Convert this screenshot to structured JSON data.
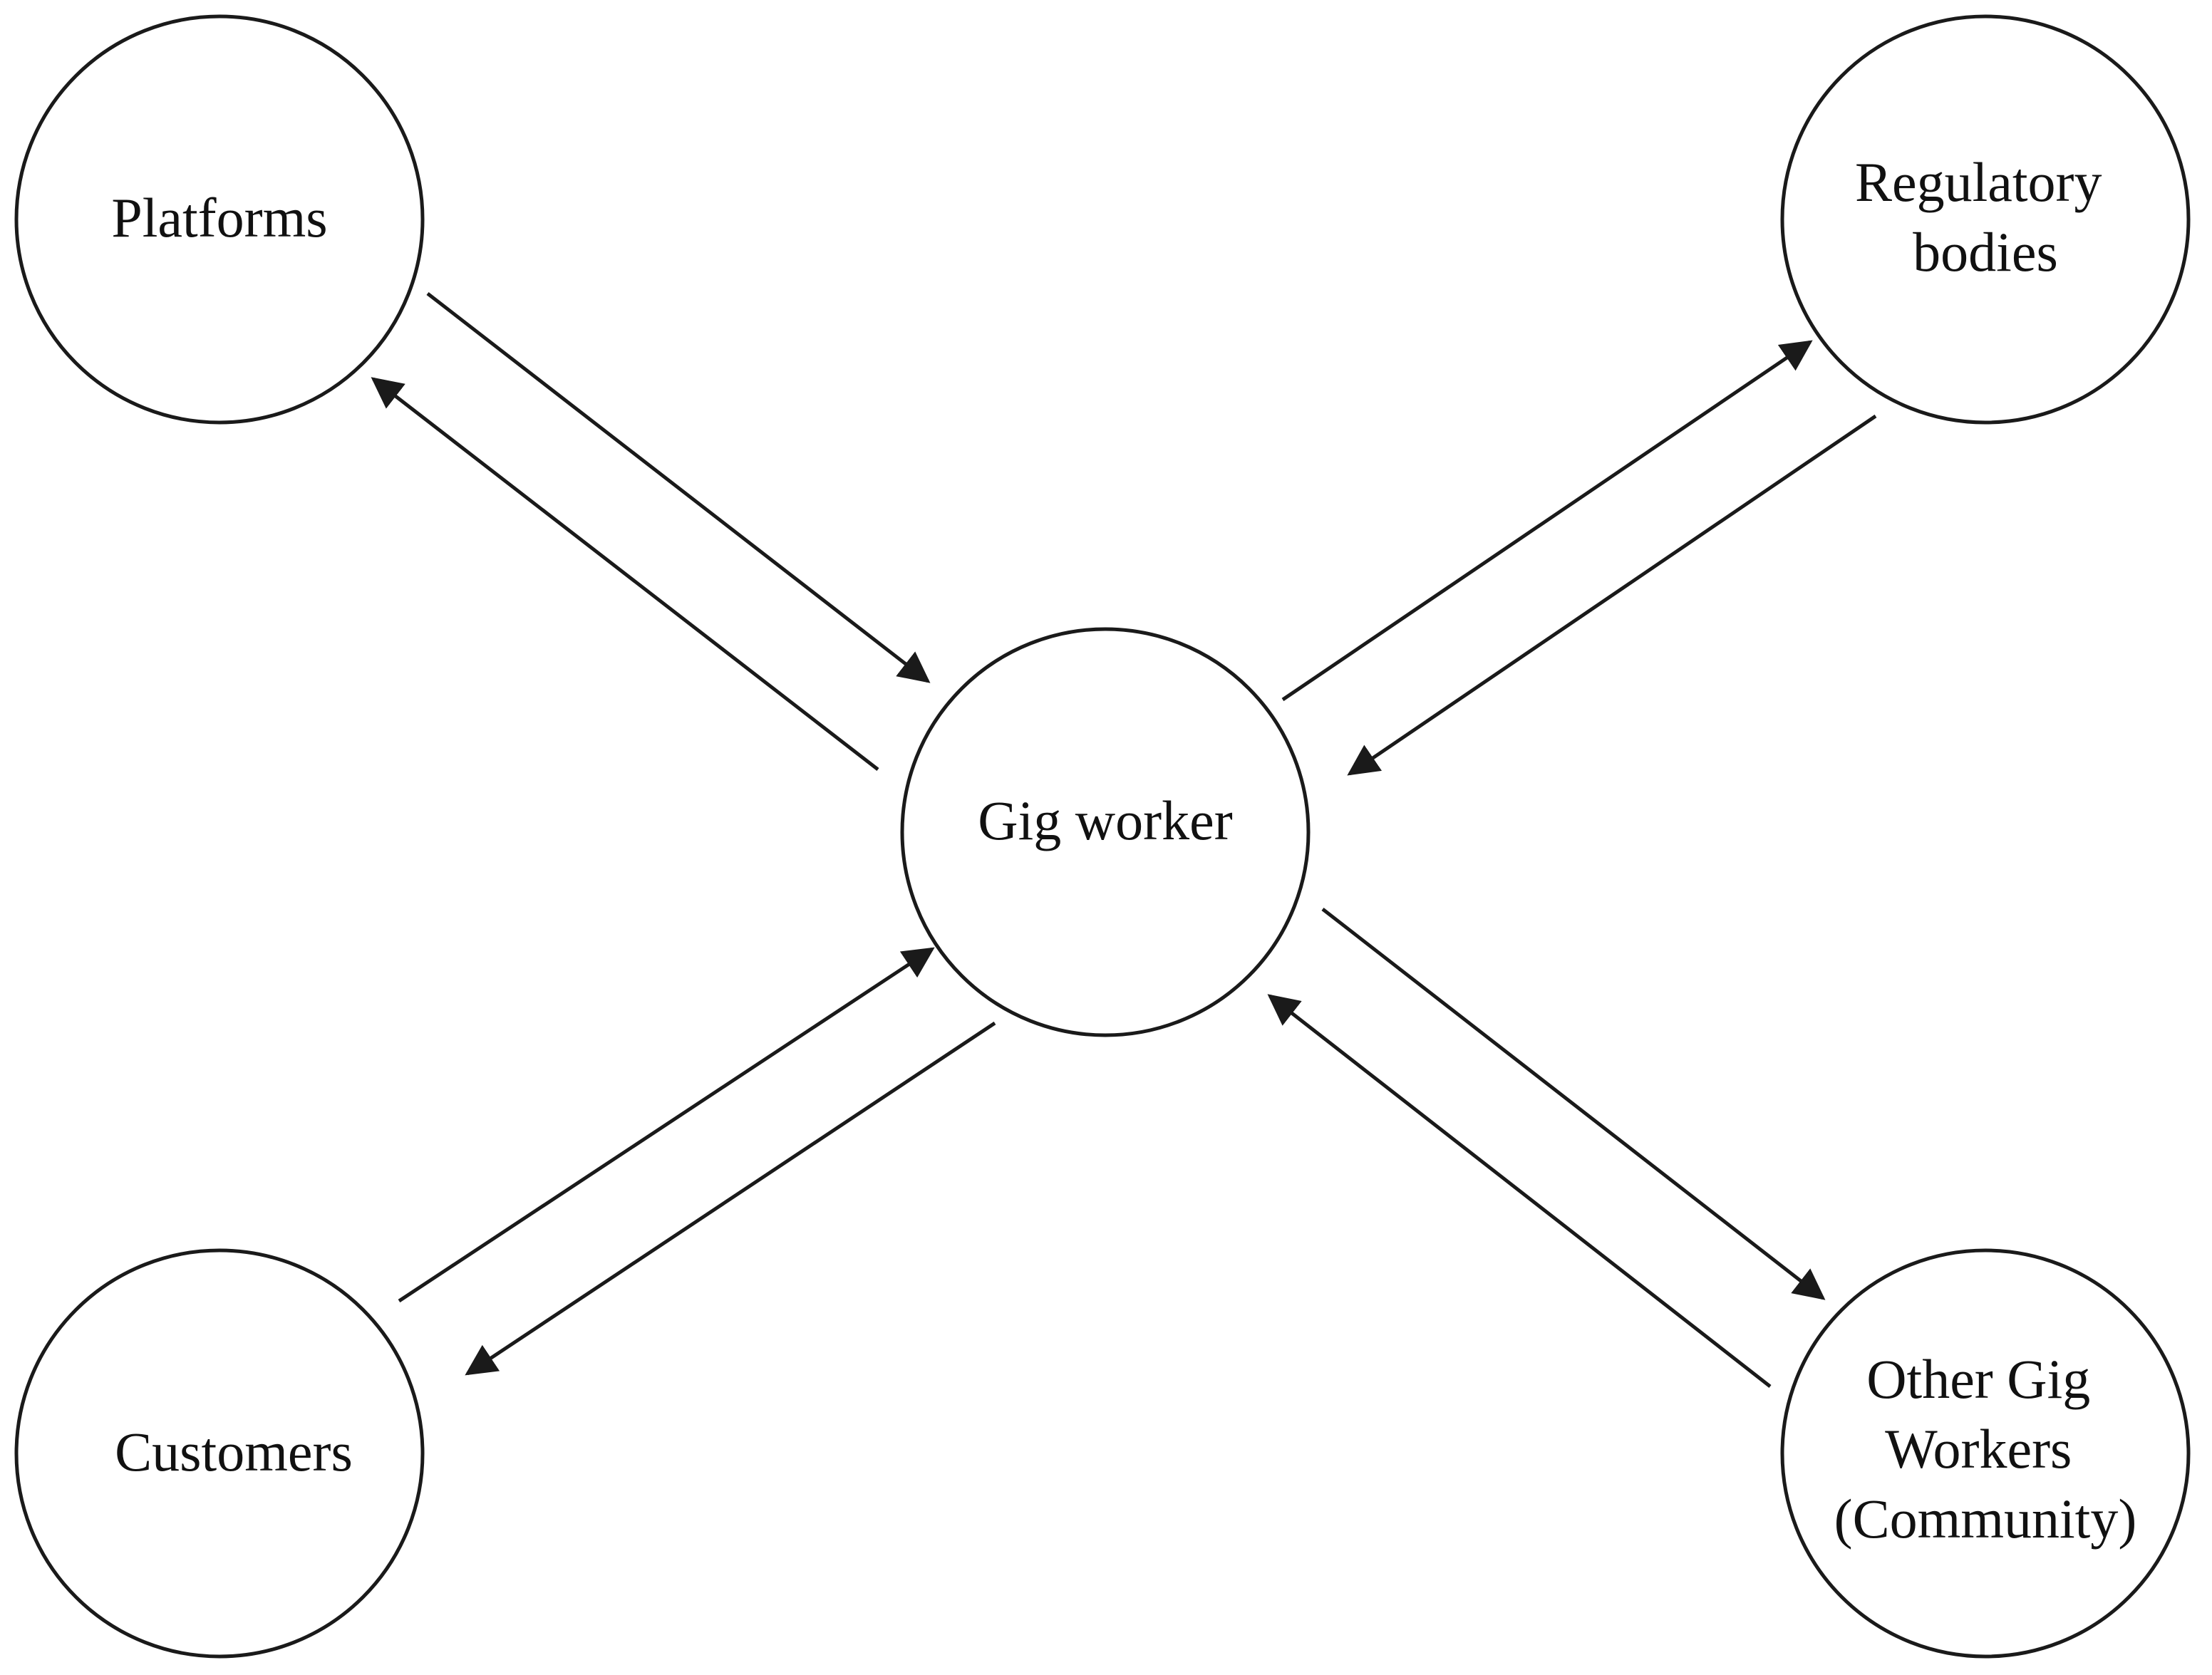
{
  "nodes": {
    "platforms": {
      "lines": [
        "Platforms"
      ]
    },
    "regulatory": {
      "lines": [
        "Regulatory",
        "bodies"
      ]
    },
    "gig_worker": {
      "lines": [
        "Gig worker"
      ]
    },
    "customers": {
      "lines": [
        "Customers"
      ]
    },
    "other_workers": {
      "lines": [
        "Other Gig",
        "Workers",
        "(Community)"
      ]
    }
  },
  "edges": [
    {
      "from": "platforms",
      "to": "gig_worker"
    },
    {
      "from": "gig_worker",
      "to": "platforms"
    },
    {
      "from": "gig_worker",
      "to": "regulatory"
    },
    {
      "from": "regulatory",
      "to": "gig_worker"
    },
    {
      "from": "customers",
      "to": "gig_worker"
    },
    {
      "from": "gig_worker",
      "to": "customers"
    },
    {
      "from": "gig_worker",
      "to": "other_workers"
    },
    {
      "from": "other_workers",
      "to": "gig_worker"
    }
  ],
  "colors": {
    "stroke": "#1a1a1a",
    "text": "#111111",
    "background": "#ffffff"
  }
}
